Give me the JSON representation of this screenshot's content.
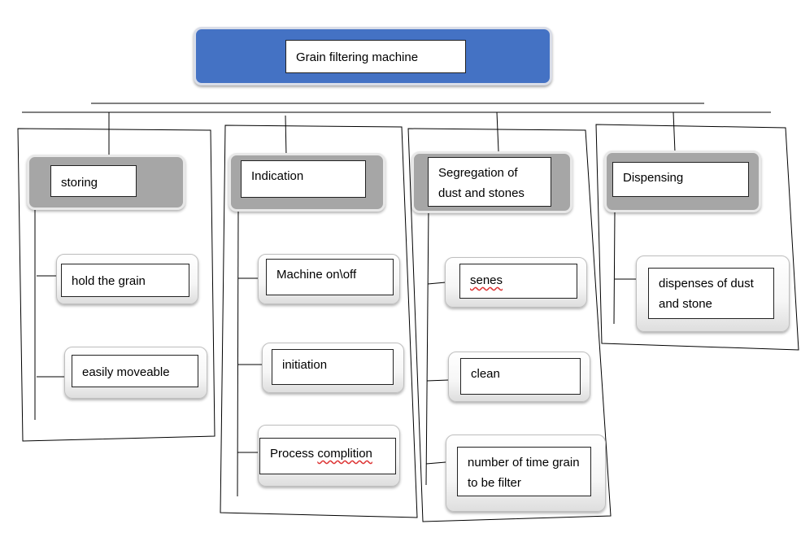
{
  "root": {
    "label": "Grain filtering machine"
  },
  "columns": [
    {
      "heading": "storing",
      "items": [
        "hold the grain",
        "easily moveable"
      ]
    },
    {
      "heading": "Indication",
      "items": [
        "Machine on\\off",
        "initiation",
        "Process complition"
      ]
    },
    {
      "heading": "Segregation of dust and stones",
      "items": [
        "senes",
        "clean",
        "number of time grain to be filter"
      ]
    },
    {
      "heading": "Dispensing",
      "items": [
        "dispenses of dust and stone"
      ]
    }
  ]
}
